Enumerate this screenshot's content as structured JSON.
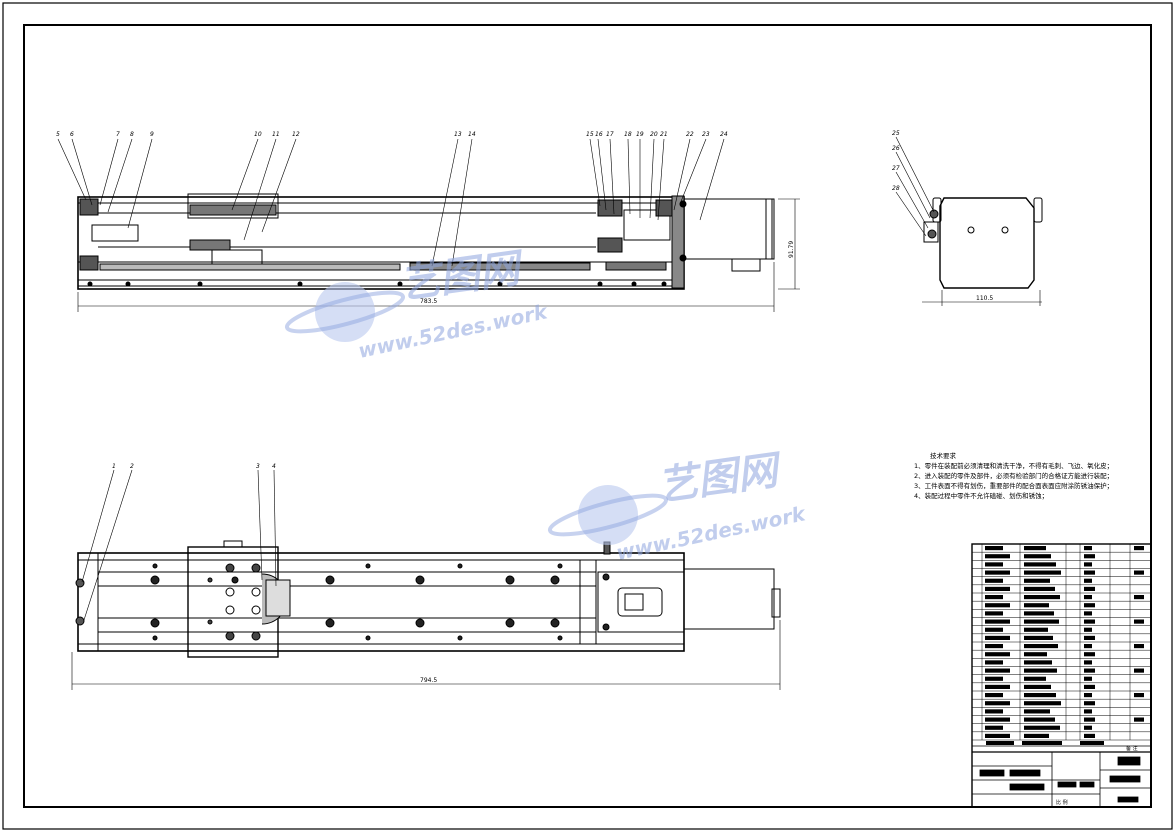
{
  "drawing": {
    "front_view": {
      "balloons": [
        "5",
        "6",
        "7",
        "8",
        "9",
        "10",
        "11",
        "12",
        "13",
        "14",
        "15",
        "16",
        "17",
        "18",
        "19",
        "20",
        "21",
        "22",
        "23",
        "24"
      ],
      "dim_length": "783.5",
      "dim_height": "91.79"
    },
    "side_view": {
      "balloons": [
        "25",
        "26",
        "27",
        "28"
      ],
      "dim_width": "110.5"
    },
    "top_view": {
      "balloons": [
        "1",
        "2",
        "3",
        "4"
      ],
      "dim_length": "794.5"
    },
    "tech_requirements": {
      "title": "技术要求",
      "items": [
        "1、零件在装配前必须清理和清洗干净，不得有毛刺、飞边、氧化皮；",
        "2、进入装配的零件及部件，必须有检验部门的合格证方能进行装配；",
        "3、工件表面不得有划伤，重要部件的配合面表面应附涂防锈油保护；",
        "4、装配过程中零件不允许磕碰、划伤和锈蚀；"
      ]
    },
    "watermark": {
      "brand": "艺图网",
      "url": "www.52des.work"
    },
    "title_block": {
      "bom_rows": 24,
      "label_ratio": "比 例",
      "label_remark": "备 注"
    }
  }
}
